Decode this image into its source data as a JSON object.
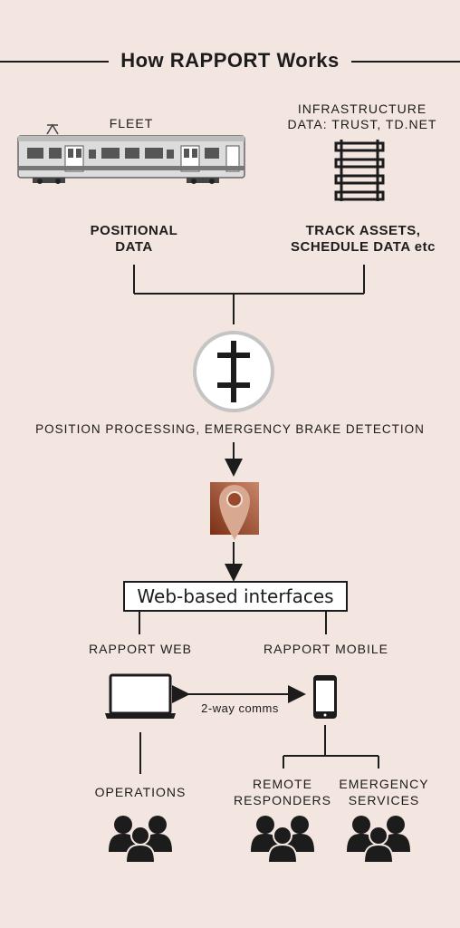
{
  "title": "How RAPPORT Works",
  "fleet": {
    "heading": "FLEET",
    "data_line1": "POSITIONAL",
    "data_line2": "DATA"
  },
  "infrastructure": {
    "heading_line1": "INFRASTRUCTURE",
    "heading_line2": "DATA: TRUST, TD.NET",
    "data_line1": "TRACK ASSETS,",
    "data_line2": "SCHEDULE DATA etc"
  },
  "processing_label": "POSITION PROCESSING, EMERGENCY BRAKE DETECTION",
  "interfaces_label": "Web-based interfaces",
  "web": {
    "label": "RAPPORT WEB",
    "users": "OPERATIONS"
  },
  "mobile": {
    "label": "RAPPORT MOBILE",
    "users_a_line1": "REMOTE",
    "users_a_line2": "RESPONDERS",
    "users_b_line1": "EMERGENCY",
    "users_b_line2": "SERVICES"
  },
  "comms_label": "2-way comms",
  "colors": {
    "background": "#f3e5df",
    "pin_gradient_dark": "#7a2f14",
    "pin_gradient_light": "#c9866a",
    "pin": "#d8a890"
  },
  "icons": [
    "train-icon",
    "rail-track-icon",
    "crossed-track-icon",
    "location-pin-icon",
    "laptop-icon",
    "smartphone-icon",
    "people-icon"
  ]
}
